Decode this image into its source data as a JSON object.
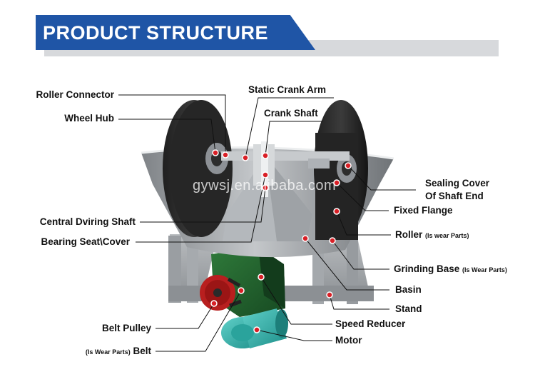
{
  "header": {
    "title": "PRODUCT STRUCTURE"
  },
  "watermark": "gywsj.en.alibaba.com",
  "labels": {
    "roller_connector": "Roller Connector",
    "wheel_hub": "Wheel Hub",
    "static_crank_arm": "Static Crank Arm",
    "crank_shaft": "Crank Shaft",
    "central_driving_shaft": "Central Dviring Shaft",
    "bearing_seat_cover": "Bearing Seat\\Cover",
    "belt_pulley": "Belt Pulley",
    "belt_note": "(Is Wear Parts)",
    "belt": "Belt",
    "sealing_cover_line1": "Sealing Cover",
    "sealing_cover_line2": "Of Shaft End",
    "fixed_flange": "Fixed Flange",
    "roller": "Roller",
    "roller_note": "(Is wear Parts)",
    "grinding_base": "Grinding Base",
    "grinding_base_note": "(Is Wear Parts)",
    "basin": "Basin",
    "stand": "Stand",
    "speed_reducer": "Speed Reducer",
    "motor": "Motor"
  },
  "colors": {
    "header_band": "#1f55a6",
    "header_shadow": "#d7d9dc",
    "marker_dot": "#d91f26",
    "leader_line": "#111111"
  }
}
